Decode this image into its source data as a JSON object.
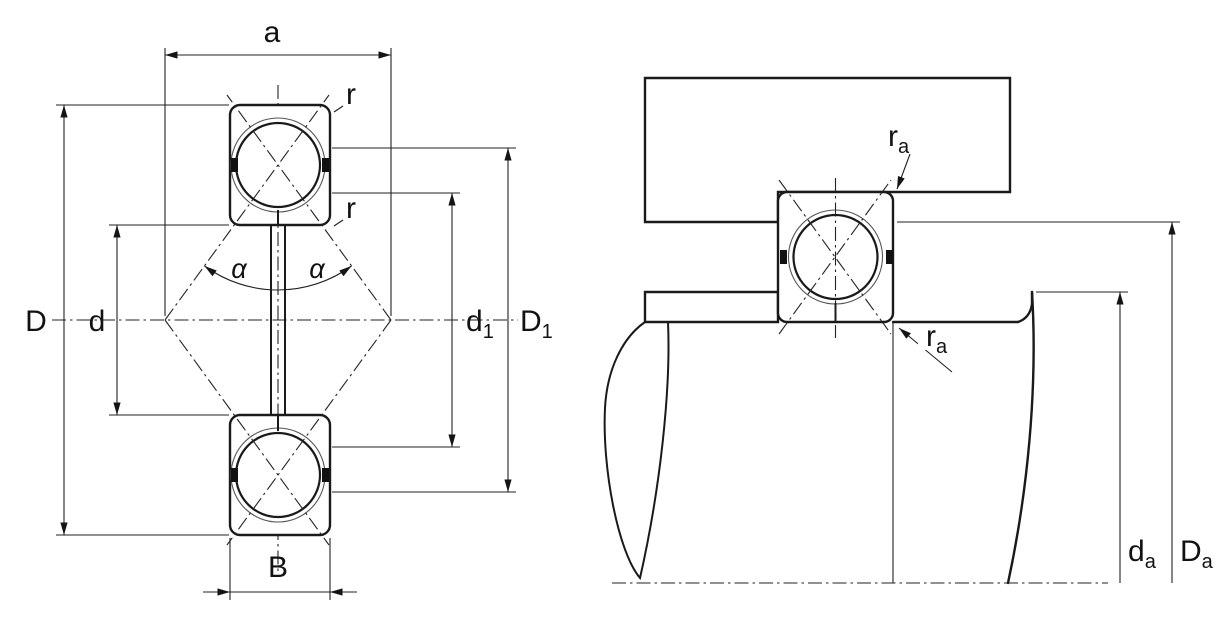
{
  "colors": {
    "background": "#ffffff",
    "line": "#1a1a1a",
    "hatch": "#3c3c3c"
  },
  "left_view": {
    "labels": {
      "a": "a",
      "r_outer": "r",
      "r_inner": "r",
      "D": "D",
      "d": "d",
      "alpha_left": "α",
      "alpha_right": "α",
      "d1": {
        "main": "d",
        "sub": "1"
      },
      "D1": {
        "main": "D",
        "sub": "1"
      },
      "B": "B"
    }
  },
  "right_view": {
    "labels": {
      "ra_top": {
        "main": "r",
        "sub": "a"
      },
      "ra_bottom": {
        "main": "r",
        "sub": "a"
      },
      "da": {
        "main": "d",
        "sub": "a"
      },
      "Da": {
        "main": "D",
        "sub": "a"
      }
    }
  }
}
